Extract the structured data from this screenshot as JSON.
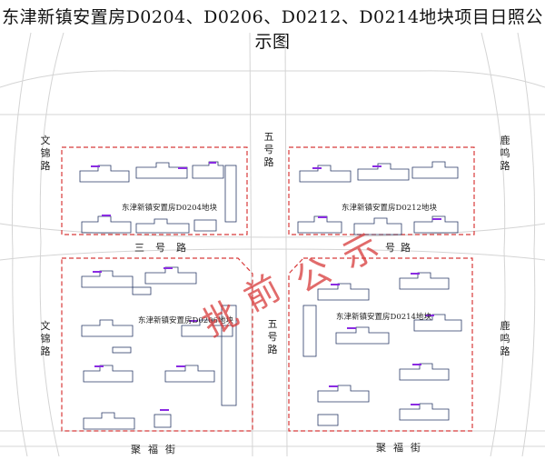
{
  "title": "东津新镇安置房D0204、D0206、D0212、D0214地块项目日照公示图",
  "roads": {
    "wenjin_top": "文锦路",
    "wenjin_bottom": "文锦路",
    "wuhao_top": "五号路",
    "wuhao_bottom": "五号路",
    "luming_top": "鹿鸣路",
    "luming_bottom": "鹿鸣路",
    "sanhao_left": "三号路",
    "sanhao_right": "号路",
    "jufu_left": "聚福街",
    "jufu_right": "聚福街"
  },
  "plots": {
    "d0204": "东津新镇安置房D0204地块",
    "d0212": "东津新镇安置房D0212地块",
    "d0206": "东津新镇安置房D0206地块",
    "d0214": "东津新镇安置房D0214地块"
  },
  "watermark": [
    "批",
    "前",
    "公",
    "示"
  ],
  "colors": {
    "boundary": "#d83a3a",
    "road": "#cfcfcf",
    "building": "#2a3a66",
    "mark": "#8a2be2"
  }
}
